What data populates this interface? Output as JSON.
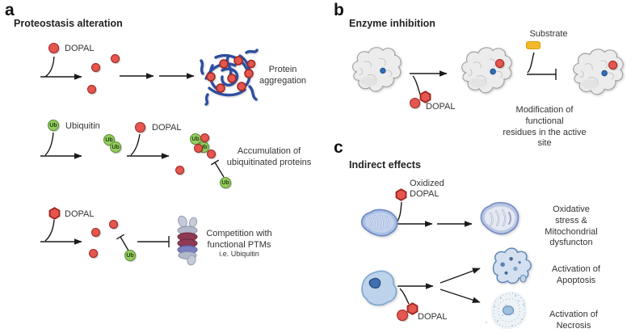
{
  "figure": {
    "ub_label": "Ub",
    "panel_a": {
      "label": "a",
      "title": "Proteostasis alteration",
      "row1": {
        "dopal": "DOPAL",
        "caption": "Protein\naggregation"
      },
      "row2": {
        "ubiquitin": "Ubiquitin",
        "dopal": "DOPAL",
        "caption": "Accumulation of\nubiquitinated proteins"
      },
      "row3": {
        "dopal": "DOPAL",
        "caption": "Competition with\nfunctional PTMs",
        "subcaption": "i.e. Ubiquitin"
      }
    },
    "panel_b": {
      "label": "b",
      "title": "Enzyme inhibition",
      "dopal": "DOPAL",
      "substrate": "Substrate",
      "caption": "Modification of functional\nresidues in the active site"
    },
    "panel_c": {
      "label": "c",
      "title": "Indirect effects",
      "oxidized_dopal": "Oxidized\nDOPAL",
      "dopal": "DOPAL",
      "caption_mito": "Oxidative stress &\nMitochondrial dysfuncton",
      "caption_apoptosis": "Activation of Apoptosis",
      "caption_necrosis": "Activation of Necrosis"
    },
    "colors": {
      "dopal_red": "#e4564e",
      "dopal_border": "#9e261f",
      "ub_green": "#97cc63",
      "ub_border": "#55902c",
      "substrate_yellow": "#f3b82c",
      "protein_blue": "#2e4f9f",
      "enzyme_gray": "#ececec",
      "active_site_blue": "#2f6db5",
      "mito_blue": "#a9bfe3",
      "cell_blue": "#bdd3ec",
      "text": "#333333"
    }
  }
}
